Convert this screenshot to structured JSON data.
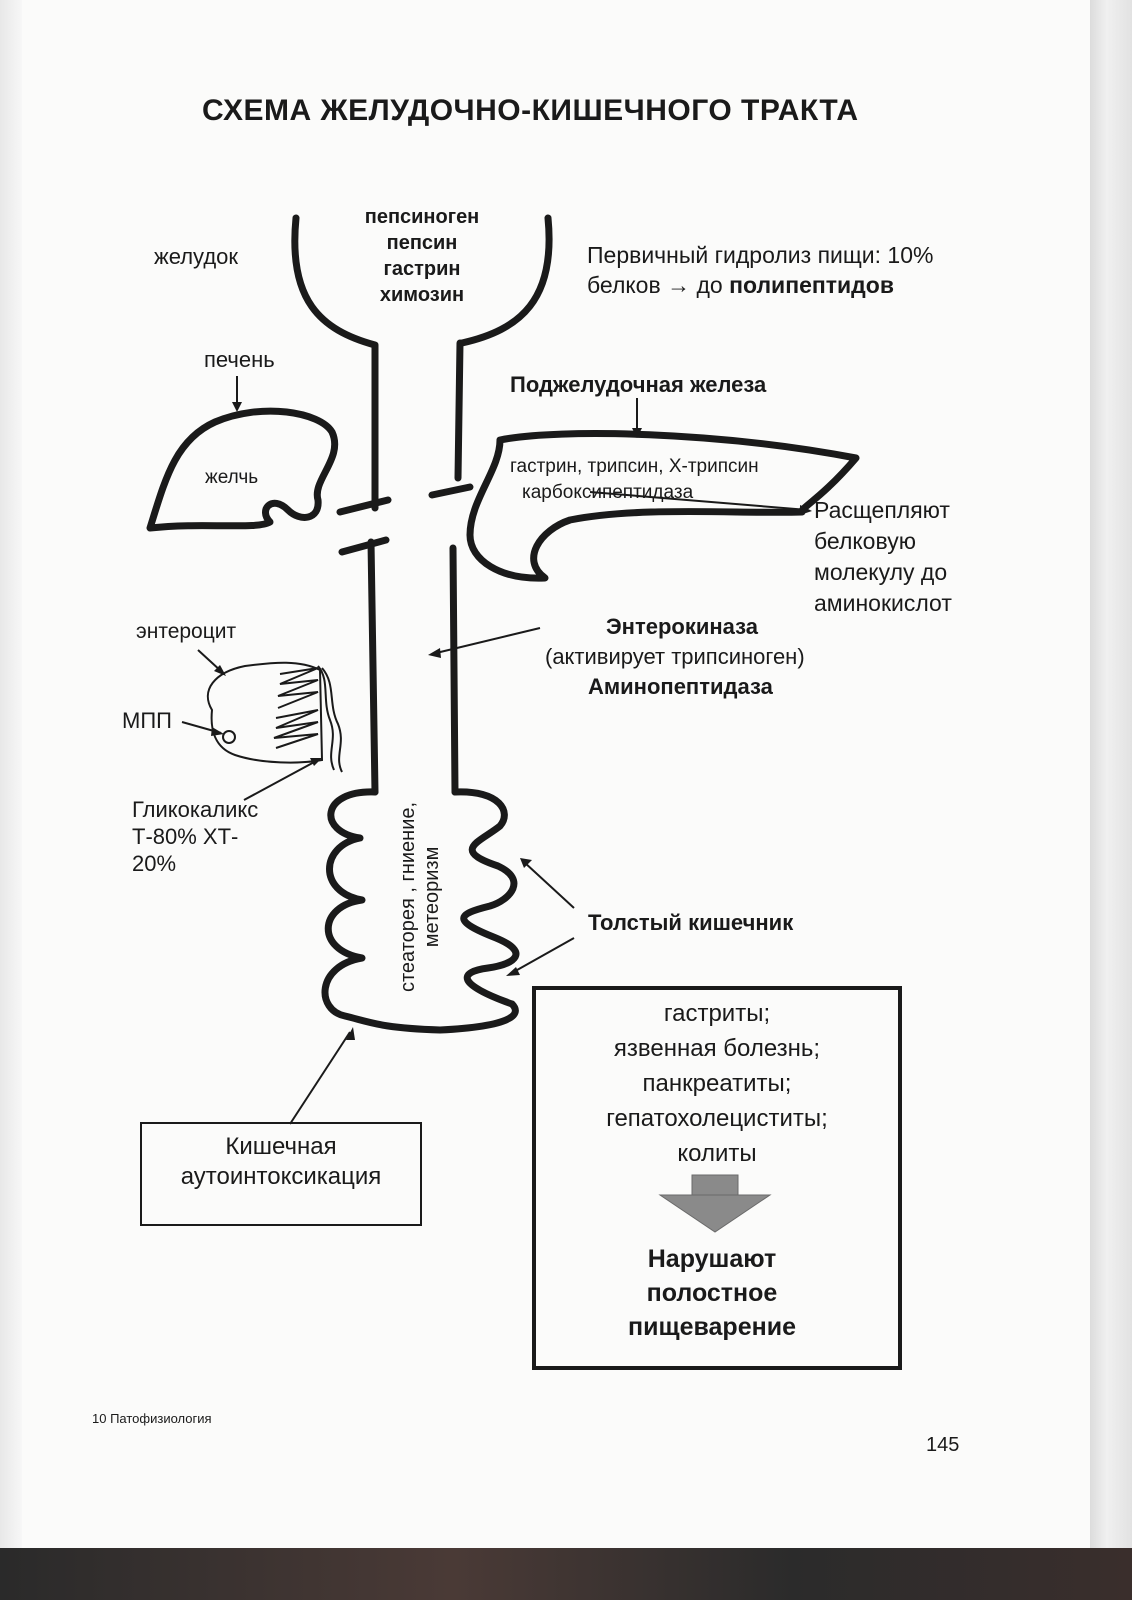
{
  "title": "СХЕМА ЖЕЛУДОЧНО-КИШЕЧНОГО ТРАКТА",
  "stomach": {
    "label": "желудок",
    "enzymes": [
      "пепсиноген",
      "пепсин",
      "гастрин",
      "химозин"
    ],
    "hydrolysis_line1": "Первичный гидролиз пищи: 10%",
    "hydrolysis_line2_pre": "белков → до ",
    "hydrolysis_line2_bold": "полипептидов"
  },
  "liver": {
    "label": "печень",
    "bile": "желчь"
  },
  "pancreas": {
    "label": "Поджелудочная железа",
    "enzymes_line1": "гастрин, трипсин,  Х-трипсин",
    "enzymes_line2": "карбоксипептидаза",
    "action": [
      "Расщепляют",
      "белковую",
      "молекулу до",
      "аминокислот"
    ]
  },
  "small_intestine": {
    "enterokinase": "Энтерокиназа",
    "enterokinase_note": "(активирует трипсиноген)",
    "aminopeptidase": "Аминопептидаза"
  },
  "enterocyte": {
    "label": "энтероцит",
    "mpp": "МПП",
    "glycocalyx": [
      "Гликокаликс",
      "Т-80% ХТ-",
      "20%"
    ]
  },
  "colon": {
    "label": "Толстый кишечник",
    "symptoms_line1": "стеаторея , гниение,",
    "symptoms_line2": "метеоризм"
  },
  "autointoxication": [
    "Кишечная",
    "аутоинтоксикация"
  ],
  "diseases": {
    "items": [
      "гастриты;",
      "язвенная болезнь;",
      "панкреатиты;",
      "гепатохолециститы;",
      "колиты"
    ],
    "result": [
      "Нарушают",
      "полостное",
      "пищеварение"
    ]
  },
  "footer": {
    "left": "10 Патофизиология",
    "page_number": "145"
  }
}
